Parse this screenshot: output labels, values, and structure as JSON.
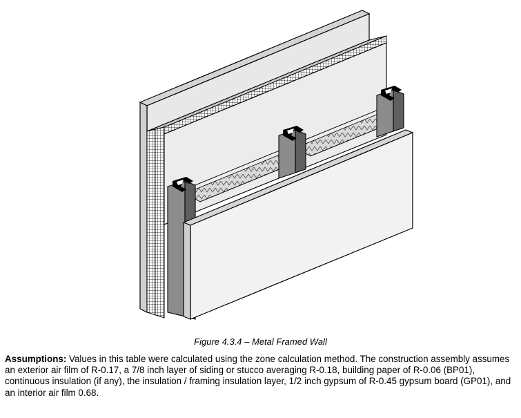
{
  "figure": {
    "caption": "Figure 4.3.4 – Metal Framed Wall"
  },
  "assumptions": {
    "label": "Assumptions:",
    "text": " Values in this table were calculated using the zone calculation method. The construction assembly assumes an exterior air film of R-0.17, a 7/8 inch layer of siding or stucco averaging R-0.18, building paper of R-0.06 (BP01), continuous insulation (if any), the insulation / framing insulation layer, 1/2 inch gypsum of R-0.45 gypsum board  (GP01), and an interior air film 0.68."
  },
  "colors": {
    "line": "#000000",
    "siding_face": "#e6e6e6",
    "siding_top": "#d4d4d4",
    "stud": "#8c8c8c",
    "stud_dark": "#5a5a5a",
    "gypsum_face": "#f1f1f1",
    "insulation": "#cfcfcf",
    "cavity": "#bdbdbd"
  }
}
